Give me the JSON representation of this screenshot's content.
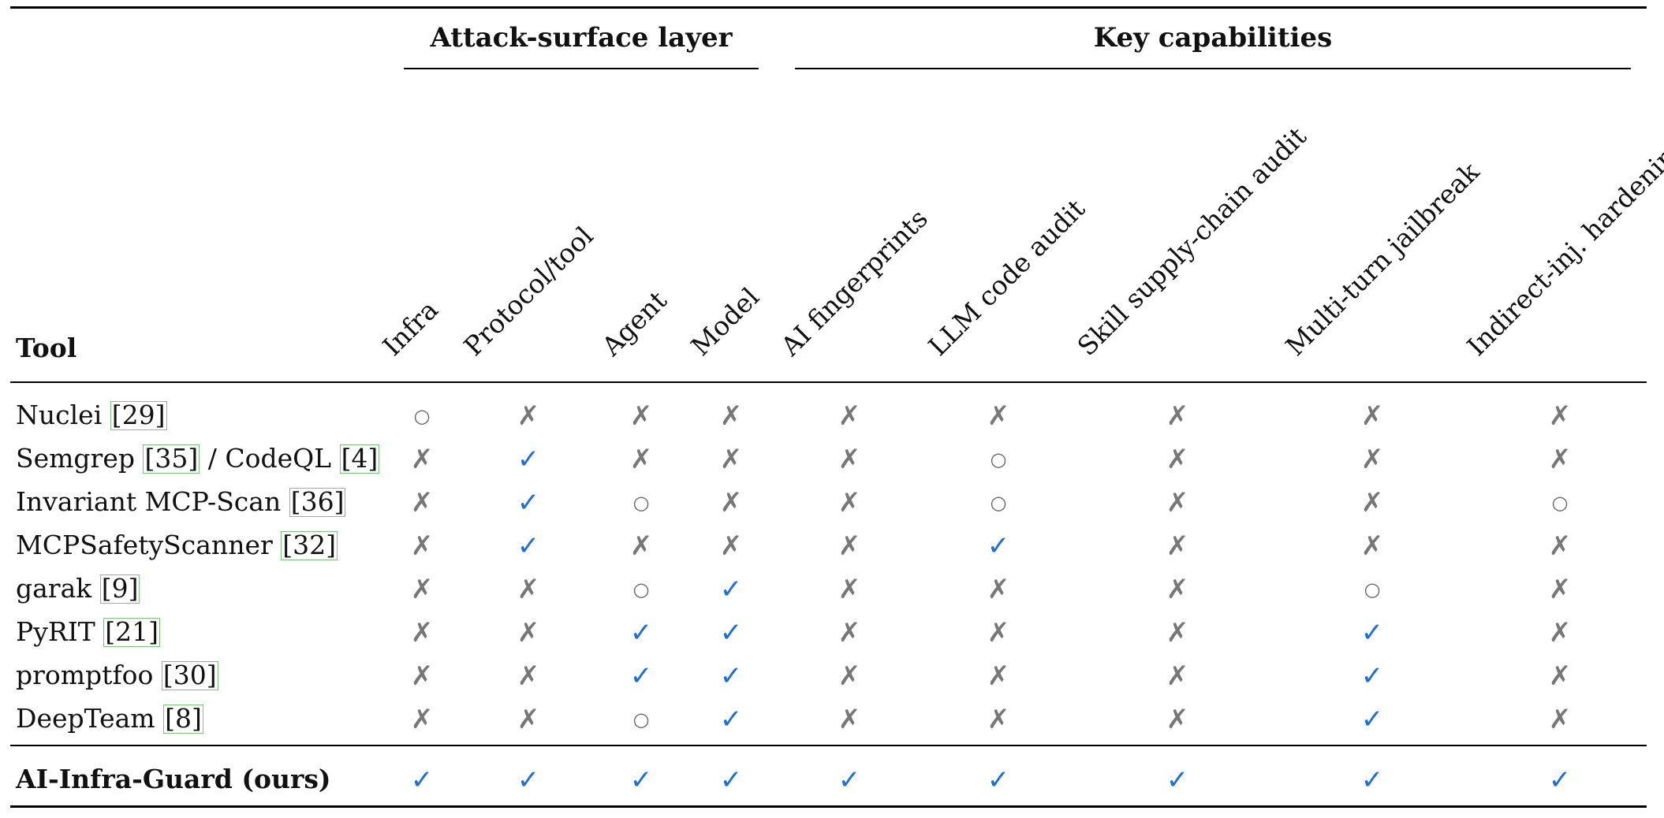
{
  "group_headers": {
    "attack_surface": "Attack-surface layer",
    "key_capabilities": "Key capabilities"
  },
  "tool_header": "Tool",
  "columns": [
    "Infra",
    "Protocol/tool",
    "Agent",
    "Model",
    "AI fingerprints",
    "LLM code audit",
    "Skill supply-chain audit",
    "Multi-turn jailbreak",
    "Indirect-inj. hardening"
  ],
  "symbols": {
    "yes": "✓",
    "no": "✗",
    "partial": "○"
  },
  "rows": [
    {
      "tool": "Nuclei ",
      "refs": [
        "[29]"
      ],
      "between": [],
      "values": [
        "partial",
        "no",
        "no",
        "no",
        "no",
        "no",
        "no",
        "no",
        "no"
      ]
    },
    {
      "tool": "Semgrep ",
      "refs": [
        "[35]",
        "[4]"
      ],
      "between": [
        " / CodeQL "
      ],
      "values": [
        "no",
        "yes",
        "no",
        "no",
        "no",
        "partial",
        "no",
        "no",
        "no"
      ]
    },
    {
      "tool": "Invariant MCP-Scan ",
      "refs": [
        "[36]"
      ],
      "between": [],
      "values": [
        "no",
        "yes",
        "partial",
        "no",
        "no",
        "partial",
        "no",
        "no",
        "partial"
      ]
    },
    {
      "tool": "MCPSafetyScanner ",
      "refs": [
        "[32]"
      ],
      "between": [],
      "values": [
        "no",
        "yes",
        "no",
        "no",
        "no",
        "yes",
        "no",
        "no",
        "no"
      ]
    },
    {
      "tool": "garak ",
      "refs": [
        "[9]"
      ],
      "between": [],
      "values": [
        "no",
        "no",
        "partial",
        "yes",
        "no",
        "no",
        "no",
        "partial",
        "no"
      ]
    },
    {
      "tool": "PyRIT ",
      "refs": [
        "[21]"
      ],
      "between": [],
      "values": [
        "no",
        "no",
        "yes",
        "yes",
        "no",
        "no",
        "no",
        "yes",
        "no"
      ]
    },
    {
      "tool": "promptfoo ",
      "refs": [
        "[30]"
      ],
      "between": [],
      "values": [
        "no",
        "no",
        "yes",
        "yes",
        "no",
        "no",
        "no",
        "yes",
        "no"
      ]
    },
    {
      "tool": "DeepTeam ",
      "refs": [
        "[8]"
      ],
      "between": [],
      "values": [
        "no",
        "no",
        "partial",
        "yes",
        "no",
        "no",
        "no",
        "yes",
        "no"
      ]
    }
  ],
  "final_row": {
    "tool": "AI-Infra-Guard (ours)",
    "values": [
      "yes",
      "yes",
      "yes",
      "yes",
      "yes",
      "yes",
      "yes",
      "yes",
      "yes"
    ]
  },
  "colors": {
    "check": "#1a6fdb",
    "cross": "#777777",
    "ref_border": "#7bc47b"
  }
}
